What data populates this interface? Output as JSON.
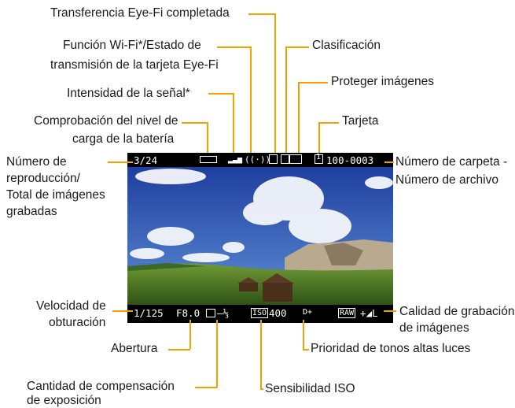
{
  "labels": {
    "transfer_complete": "Transferencia Eye-Fi completada",
    "wifi_status_1": "Función Wi-Fi*/Estado de",
    "wifi_status_2": "transmisión de la tarjeta Eye-Fi",
    "classification": "Clasificación",
    "protect": "Proteger imágenes",
    "signal": "Intensidad de la señal*",
    "battery_1": "Comprobación del nivel de",
    "battery_2": "carga de la batería",
    "card": "Tarjeta",
    "playback_1": "Número de",
    "playback_2": "reproducción/",
    "playback_3": "Total de imágenes",
    "playback_4": "grabadas",
    "folder_1": "Número de carpeta -",
    "folder_2": "Número de archivo",
    "shutter_1": "Velocidad de",
    "shutter_2": "obturación",
    "quality_1": "Calidad de grabación",
    "quality_2": "de imágenes",
    "aperture": "Abertura",
    "highlight": "Prioridad de tonos altas luces",
    "exposure_1": "Cantidad de compensación",
    "exposure_2": "de exposición",
    "iso": "Sensibilidad ISO"
  },
  "screen": {
    "count": "3/24",
    "folder_file": "100-0003",
    "card_num": "1",
    "shutter": "1/125",
    "aperture": "F8.0",
    "exp_comp": "–⅓",
    "iso_badge": "ISO",
    "iso_value": "400",
    "highlight": "D+",
    "raw": "RAW",
    "quality": "+◢L"
  },
  "colors": {
    "leader": "#f2a200",
    "screen_bg": "#000000",
    "screen_text": "#ffffff"
  }
}
